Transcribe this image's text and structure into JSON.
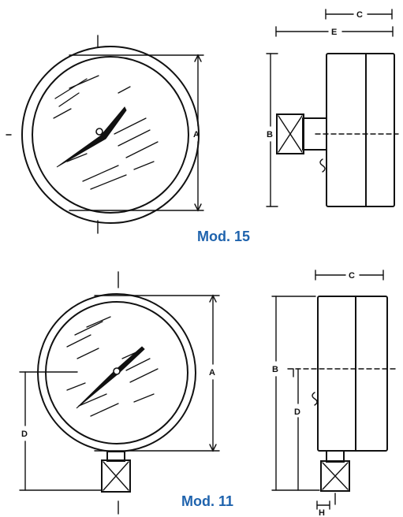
{
  "figures": [
    {
      "caption": "Mod. 15",
      "front_dimension_labels": {
        "a": "A"
      },
      "side_dimension_labels": {
        "b": "B",
        "c": "C",
        "e": "E"
      }
    },
    {
      "caption": "Mod. 11",
      "front_dimension_labels": {
        "a": "A",
        "d": "D"
      },
      "side_dimension_labels": {
        "b": "B",
        "c": "C",
        "d": "D",
        "h": "H"
      }
    }
  ],
  "colors": {
    "caption": "#1f63ad",
    "ink": "#111111",
    "background": "#ffffff"
  }
}
